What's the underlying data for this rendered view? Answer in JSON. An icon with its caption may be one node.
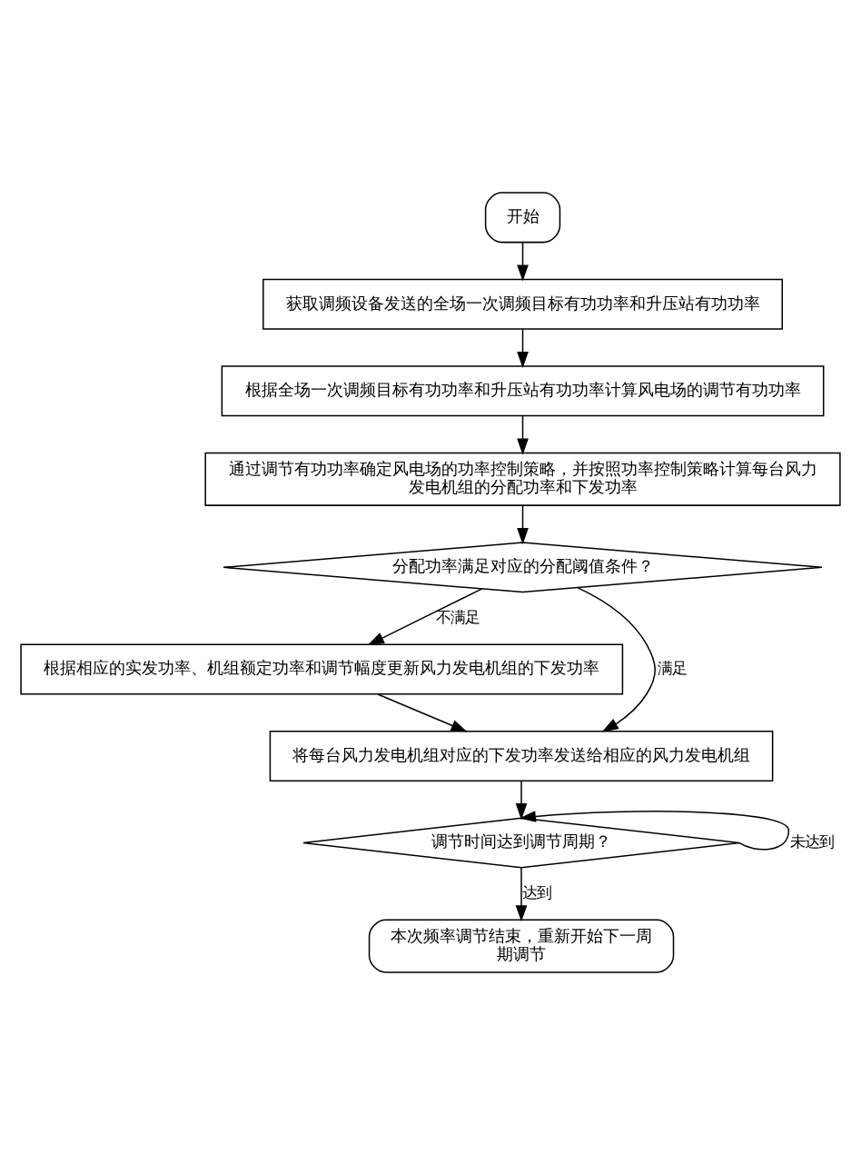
{
  "diagram": {
    "nodes": [
      {
        "text": [
          "开始"
        ]
      },
      {
        "text": [
          "获取调频设备发送的全场一次调频目标有功功率和升压站有功功率"
        ]
      },
      {
        "text": [
          "根据全场一次调频目标有功功率和升压站有功功率计算风电场的调节有功功率"
        ]
      },
      {
        "text": [
          "通过调节有功功率确定风电场的功率控制策略，并按照功率控制策略计算每台风力发电机组的分配功率和下发功率"
        ]
      },
      {
        "text": [
          "分配功率满足对应的分配阈值条件？"
        ]
      },
      {
        "text": [
          "根据相应的实发功率、机组额定功率和调节幅度更新风力发电机组的下发功率"
        ]
      },
      {
        "text": [
          "将每台风力发电机组对应的下发功率发送给相应的风力发电机组"
        ]
      },
      {
        "text": [
          "调节时间达到调节周期？"
        ]
      },
      {
        "text": [
          "本次频率调节结束，重新开始下一周期调节"
        ]
      }
    ],
    "edges": [
      {
        "from": 0,
        "to": 1,
        "arrow": "to"
      },
      {
        "from": 1,
        "to": 2,
        "arrow": "to"
      },
      {
        "from": 2,
        "to": 3,
        "arrow": "to"
      },
      {
        "from": 3,
        "to": 4,
        "arrow": "to"
      },
      {
        "from": 4,
        "to": 5,
        "arrow": "to",
        "label": "不满足"
      },
      {
        "from": 4,
        "to": 6,
        "arrow": "to",
        "label": "满足"
      },
      {
        "from": 5,
        "to": 6,
        "arrow": "to"
      },
      {
        "from": 6,
        "to": 7,
        "arrow": "to"
      },
      {
        "from": 7,
        "to": 7,
        "arrow": "to",
        "label": "未达到"
      },
      {
        "from": 7,
        "to": 8,
        "arrow": "to",
        "label": "达到"
      }
    ]
  }
}
